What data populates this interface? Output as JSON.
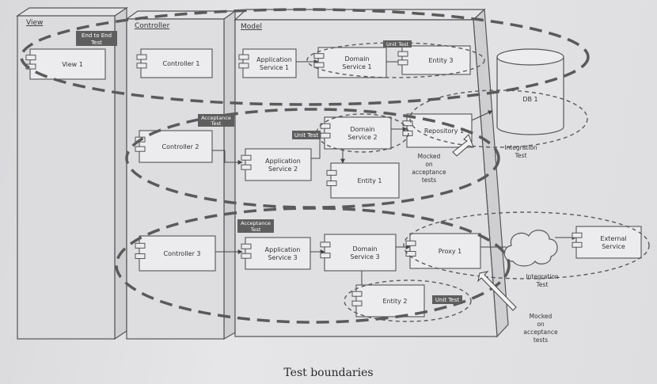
{
  "layers": {
    "view": "View",
    "controller": "Controller",
    "model": "Model"
  },
  "components": {
    "view1": "View 1",
    "controller1": "Controller 1",
    "controller2": "Controller 2",
    "controller3": "Controller 3",
    "appservice1": [
      "Application",
      "Service 1"
    ],
    "appservice2": [
      "Application",
      "Service 2"
    ],
    "appservice3": [
      "Application",
      "Service 3"
    ],
    "domain1": [
      "Domain",
      "Service 1"
    ],
    "domain2": [
      "Domain",
      "Service 2"
    ],
    "domain3": [
      "Domain",
      "Service 3"
    ],
    "entity1": "Entity 1",
    "entity2": "Entity 2",
    "entity3": "Entity 3",
    "repository1": "Repository 1",
    "proxy1": "Proxy 1",
    "db1": "DB 1",
    "external": [
      "External",
      "Service"
    ]
  },
  "tags": {
    "end_to_end": [
      "End to End",
      "Test"
    ],
    "unit_test": "Unit Test",
    "acceptance_test": [
      "Acceptance",
      "Test"
    ]
  },
  "notes": {
    "mocked_acceptance": [
      "Mocked",
      "on",
      "acceptance",
      "tests"
    ],
    "integration_test": [
      "Integration",
      "Test"
    ]
  },
  "caption": "Test boundaries",
  "colors": {
    "paper": "#e2e2e4",
    "line": "#4a4a4a",
    "dash": "#5a5a5a",
    "tag_bg": "#5e5e5e",
    "tag_text": "#ffffff"
  }
}
